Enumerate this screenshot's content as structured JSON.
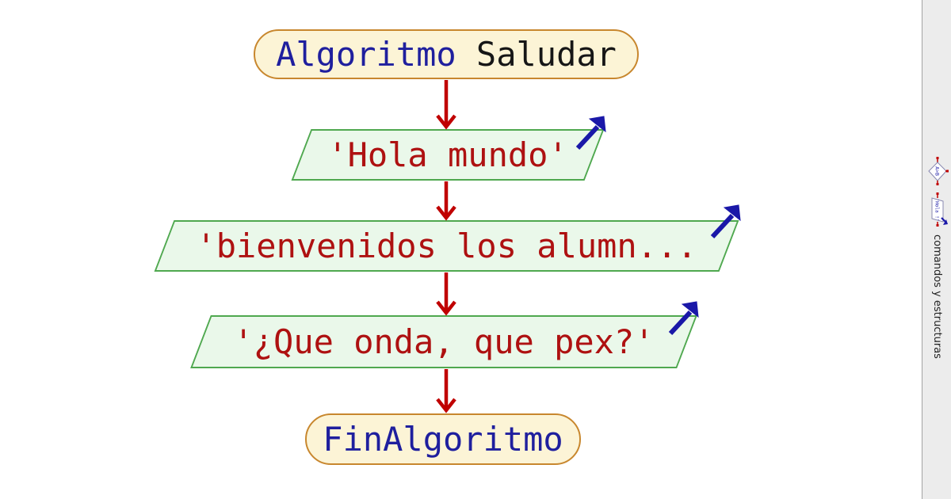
{
  "diagram": {
    "start": {
      "keyword": "Algoritmo",
      "name": " Saludar"
    },
    "outputs": [
      {
        "text": "'Hola mundo'"
      },
      {
        "text": "'bienvenidos los alumn..."
      },
      {
        "text": "'¿Que onda, que pex?'"
      }
    ],
    "end": {
      "label": "FinAlgoritmo"
    },
    "colors": {
      "terminal_fill": "#FCF4D6",
      "terminal_border": "#C8872E",
      "output_fill": "#EAF8EA",
      "output_border": "#4FA84F",
      "keyword_text": "#1F1F9E",
      "string_text": "#AE1111",
      "flow_arrow": "#C00000",
      "print_arrow": "#1A18A8"
    }
  },
  "sidebar": {
    "tab_label": "comandos y estructuras",
    "icons": [
      {
        "name": "decision-icon",
        "sample_text": "A>B"
      },
      {
        "name": "output-icon",
        "sample_text": "'Hola !'"
      }
    ]
  }
}
